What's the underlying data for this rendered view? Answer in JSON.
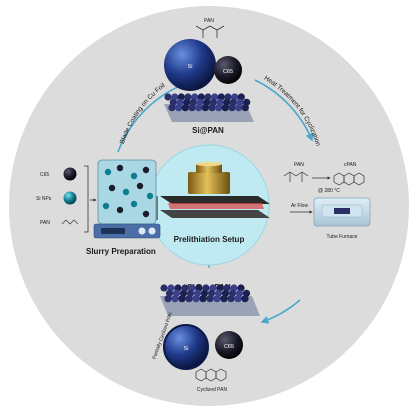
{
  "labels": {
    "center": "Prelithiation Setup",
    "top_title": "Si@PAN",
    "top_pan": "PAN",
    "top_si": "Si",
    "top_c65": "C65",
    "arc_left": "Blade Coating on Cu Foil",
    "arc_right": "Heat Treatment for Cyclization",
    "right_pan": "PAN",
    "right_cpan": "cPAN",
    "right_temp": "@ 280 °C",
    "right_ar": "Ar Flow",
    "right_furnace": "Tube Furnace",
    "bottom_title": "Si@p-cPAN",
    "bottom_c65": "C65",
    "bottom_si": "Si",
    "bottom_side": "Partially Cyclized PAN",
    "bottom_cpan": "Cyclized PAN",
    "left_c65": "C65",
    "left_si": "Si NPs",
    "left_pan": "PAN",
    "left_title": "Slurry Preparation"
  },
  "colors": {
    "ring": "#dcdcdc",
    "center_fill": "#bfeaf1",
    "arrow": "#4ba7c9",
    "si_sphere": "#1f3a8a",
    "carbon_sphere": "#1b1b2a",
    "particle_layer": "#2a2f6a",
    "foil": "#9aa3b5"
  }
}
